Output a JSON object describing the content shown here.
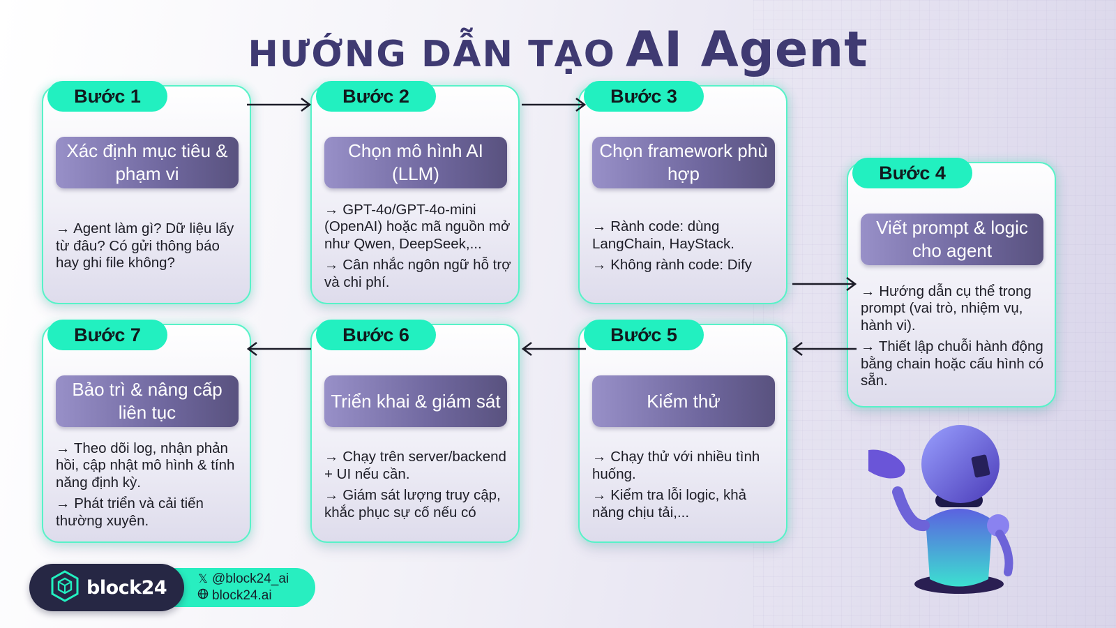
{
  "title": {
    "prefix": "HƯỚNG DẪN TẠO",
    "highlight": "AI Agent"
  },
  "steps": [
    {
      "badge": "Bước 1",
      "heading": "Xác định mục tiêu & phạm vi",
      "lines": [
        "→ Agent làm gì? Dữ liệu lấy từ đâu? Có gửi thông báo hay ghi file không?"
      ]
    },
    {
      "badge": "Bước 2",
      "heading": "Chọn mô hình AI (LLM)",
      "lines": [
        "→ GPT-4o/GPT-4o-mini (OpenAI) hoặc mã nguồn mở như Qwen, DeepSeek,...",
        "→ Cân nhắc ngôn ngữ hỗ trợ và chi phí."
      ]
    },
    {
      "badge": "Bước 3",
      "heading": "Chọn framework phù hợp",
      "lines": [
        "→ Rành code: dùng LangChain, HayStack.",
        "→ Không rành code: Dify"
      ]
    },
    {
      "badge": "Bước 4",
      "heading": "Viết prompt & logic cho agent",
      "lines": [
        "→ Hướng dẫn cụ thể trong prompt (vai trò, nhiệm vụ, hành vi).",
        "→ Thiết lập chuỗi hành động bằng chain hoặc cấu hình có sẵn."
      ]
    },
    {
      "badge": "Bước 5",
      "heading": "Kiểm thử",
      "lines": [
        "→ Chạy thử với nhiều tình huống.",
        "→ Kiểm tra lỗi logic, khả năng chịu tải,..."
      ]
    },
    {
      "badge": "Bước 6",
      "heading": "Triển khai & giám sát",
      "lines": [
        "→ Chạy trên server/backend + UI nếu cần.",
        "→ Giám sát lượng truy cập, khắc phục sự cố nếu có"
      ]
    },
    {
      "badge": "Bước 7",
      "heading": "Bảo trì & nâng cấp liên tục",
      "lines": [
        "→ Theo dõi log, nhận phản hồi, cập nhật mô hình & tính năng định kỳ.",
        "→ Phát triển và cải tiến thường xuyên."
      ]
    }
  ],
  "footer": {
    "brand": "block24",
    "twitter_icon": "x-icon",
    "twitter": "@block24_ai",
    "web_icon": "globe-icon",
    "website": "block24.ai"
  },
  "colors": {
    "accent": "#22f0c0",
    "title": "#3f3a72",
    "heading_bg": "#6f679e"
  }
}
